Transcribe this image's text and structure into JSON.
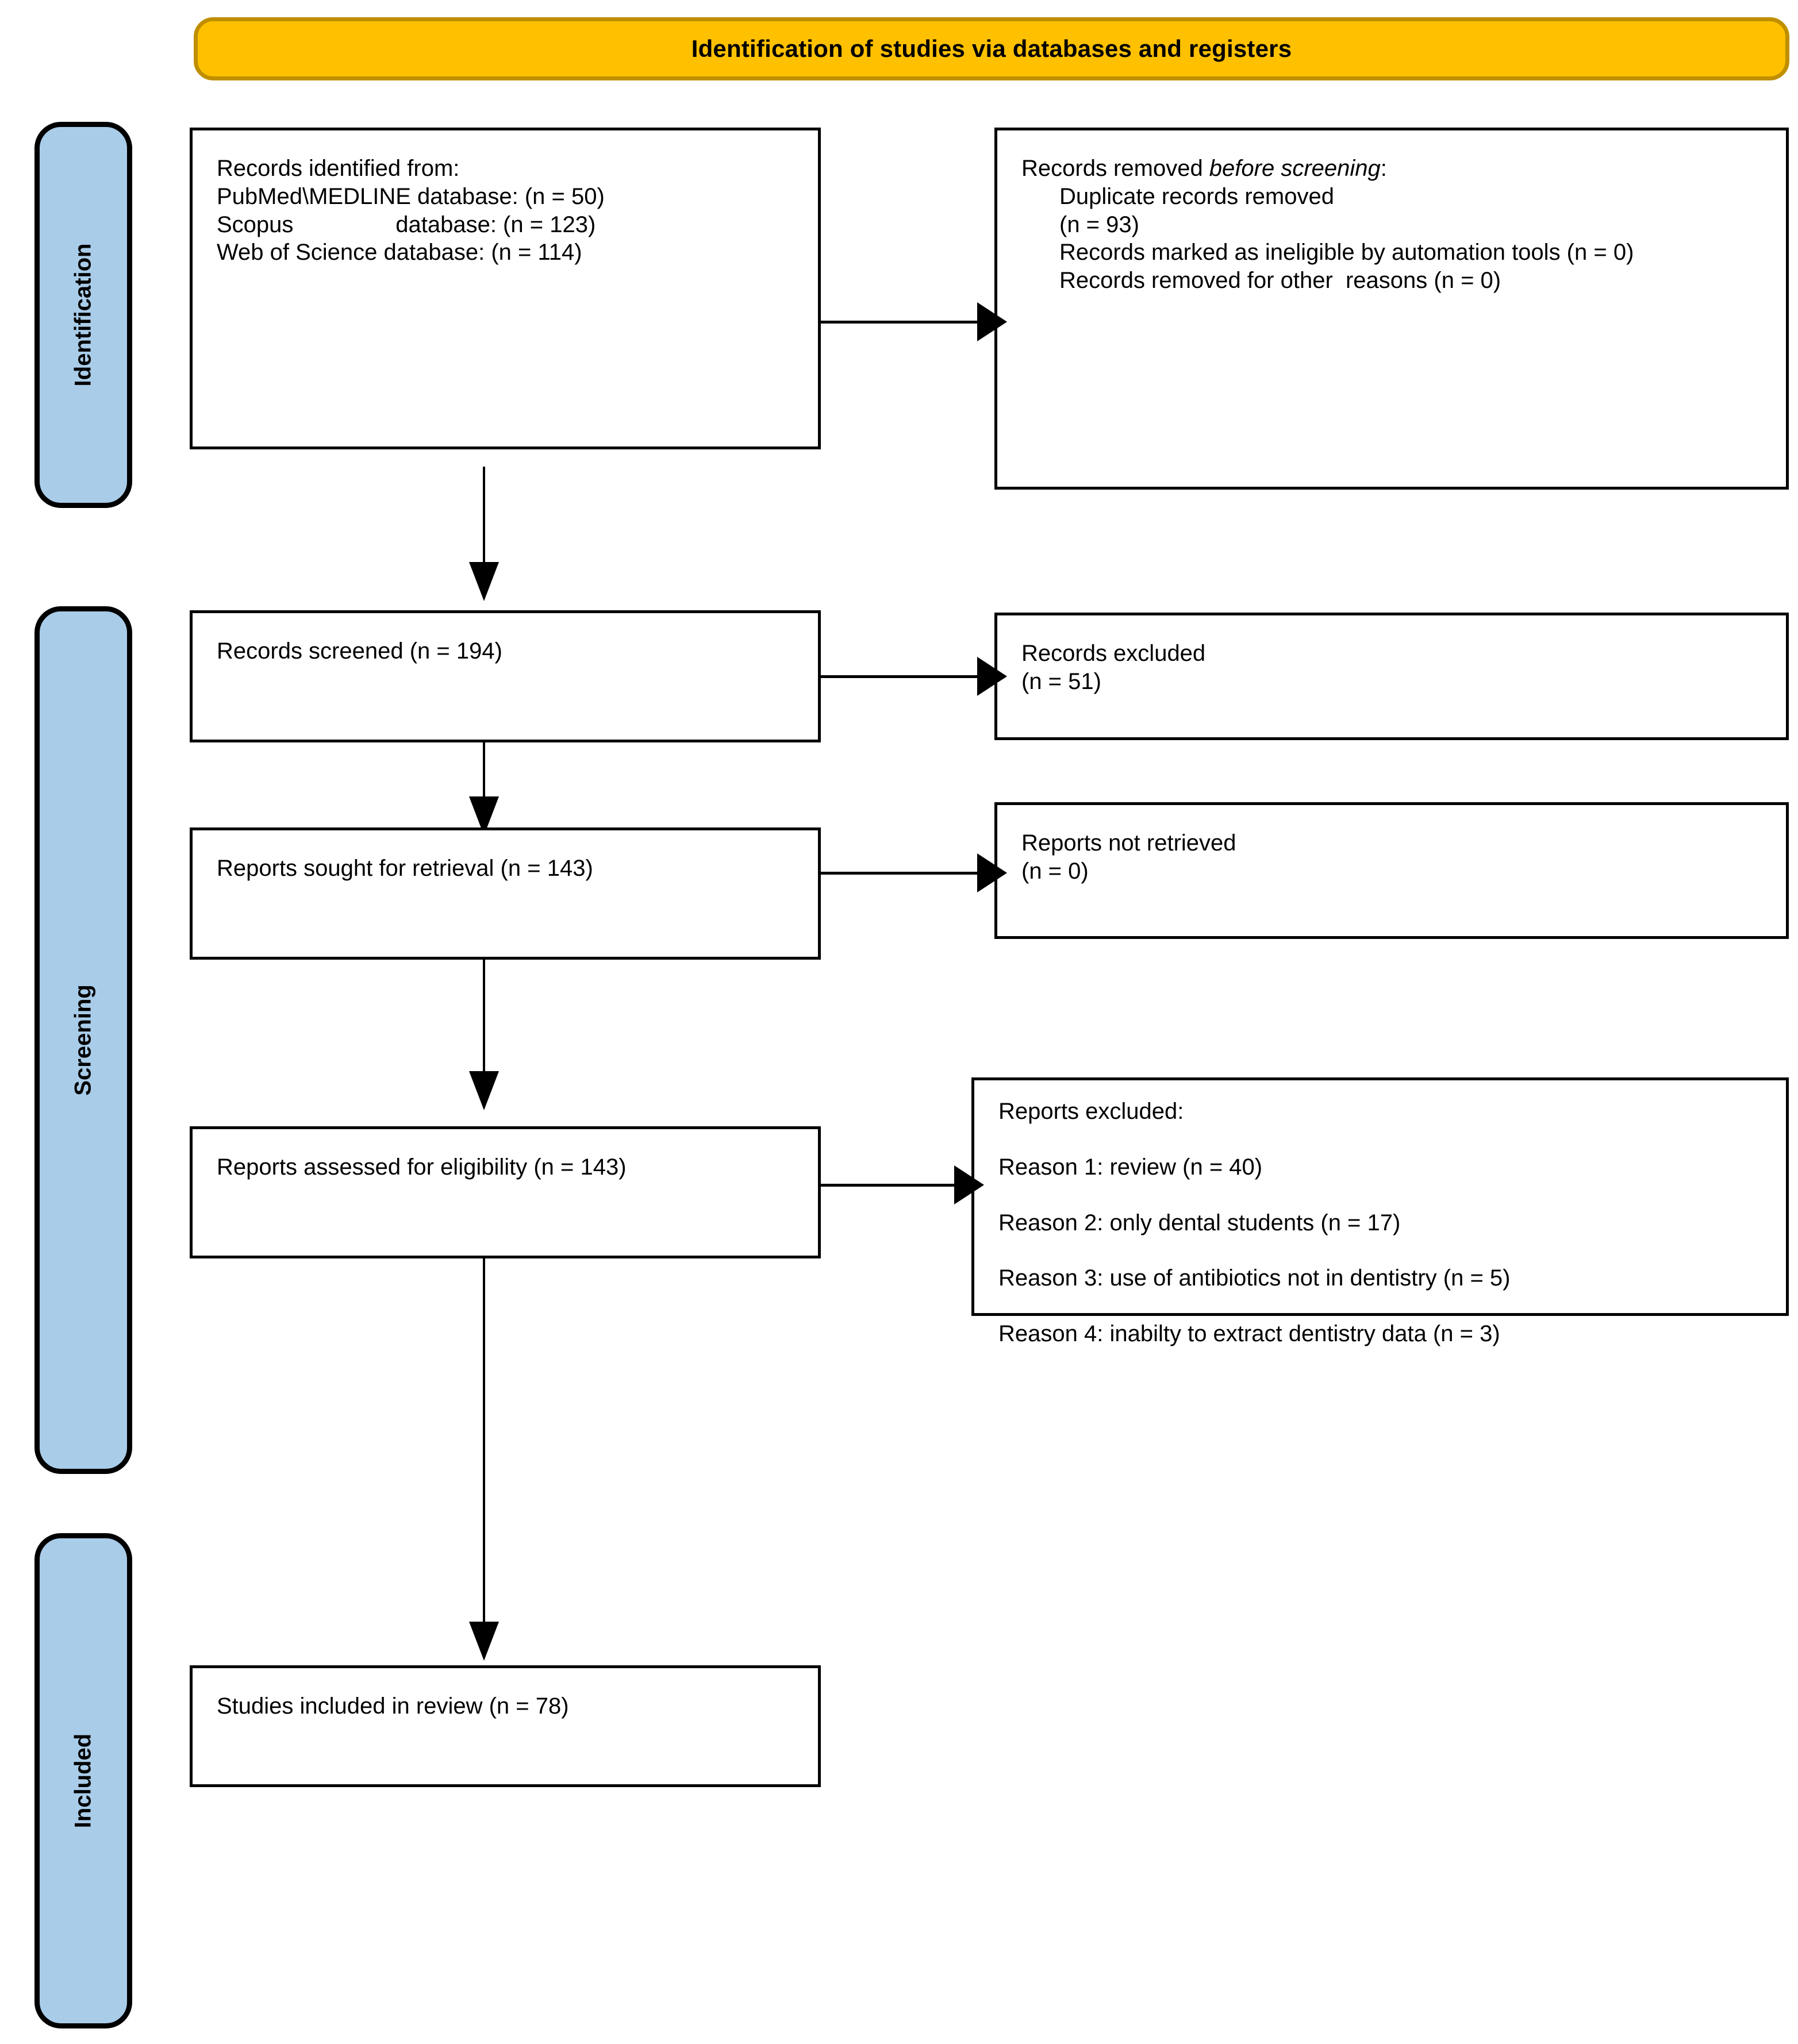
{
  "banner": {
    "title": "Identification of studies via databases and registers"
  },
  "stages": [
    {
      "key": "identification",
      "label": "Identification"
    },
    {
      "key": "screening",
      "label": "Screening"
    },
    {
      "key": "included",
      "label": "Included"
    }
  ],
  "boxes": {
    "records_identified": {
      "lines": [
        "Records identified from:",
        "PubMed\\MEDLINE database: (n = 50)",
        "Scopus                database: (n = 123)",
        "Web of Science database: (n = 114)"
      ]
    },
    "records_removed": {
      "heading_prefix": "Records removed ",
      "heading_italic": "before screening",
      "heading_suffix": ":",
      "items": [
        "Duplicate records removed",
        "(n = 93)",
        "Records marked as ineligible by automation tools (n = 0)",
        "Records removed for other  reasons (n = 0)"
      ]
    },
    "records_screened": {
      "lines": [
        "Records screened (n = 194)"
      ]
    },
    "records_excluded": {
      "lines": [
        "Records excluded",
        "(n = 51)"
      ]
    },
    "reports_sought": {
      "lines": [
        "Reports sought for retrieval (n = 143)"
      ]
    },
    "reports_not_retrieved": {
      "lines": [
        "Reports not retrieved",
        "(n = 0)"
      ]
    },
    "reports_assessed": {
      "lines": [
        "Reports assessed for eligibility (n = 143)"
      ]
    },
    "reports_excluded": {
      "heading": "Reports excluded:",
      "reasons": [
        "Reason 1: review (n = 40)",
        "Reason 2: only dental students (n = 17)",
        "Reason 3: use of antibiotics not in dentistry (n = 5)",
        "Reason 4: inabilty to extract dentistry data (n = 3)"
      ]
    },
    "studies_included": {
      "lines": [
        "Studies included in review (n = 78)"
      ]
    }
  },
  "colors": {
    "banner_fill": "#FFC000",
    "banner_border": "#BF8F00",
    "stage_fill": "#A9CCE9",
    "box_border": "#000000",
    "text": "#000000"
  }
}
